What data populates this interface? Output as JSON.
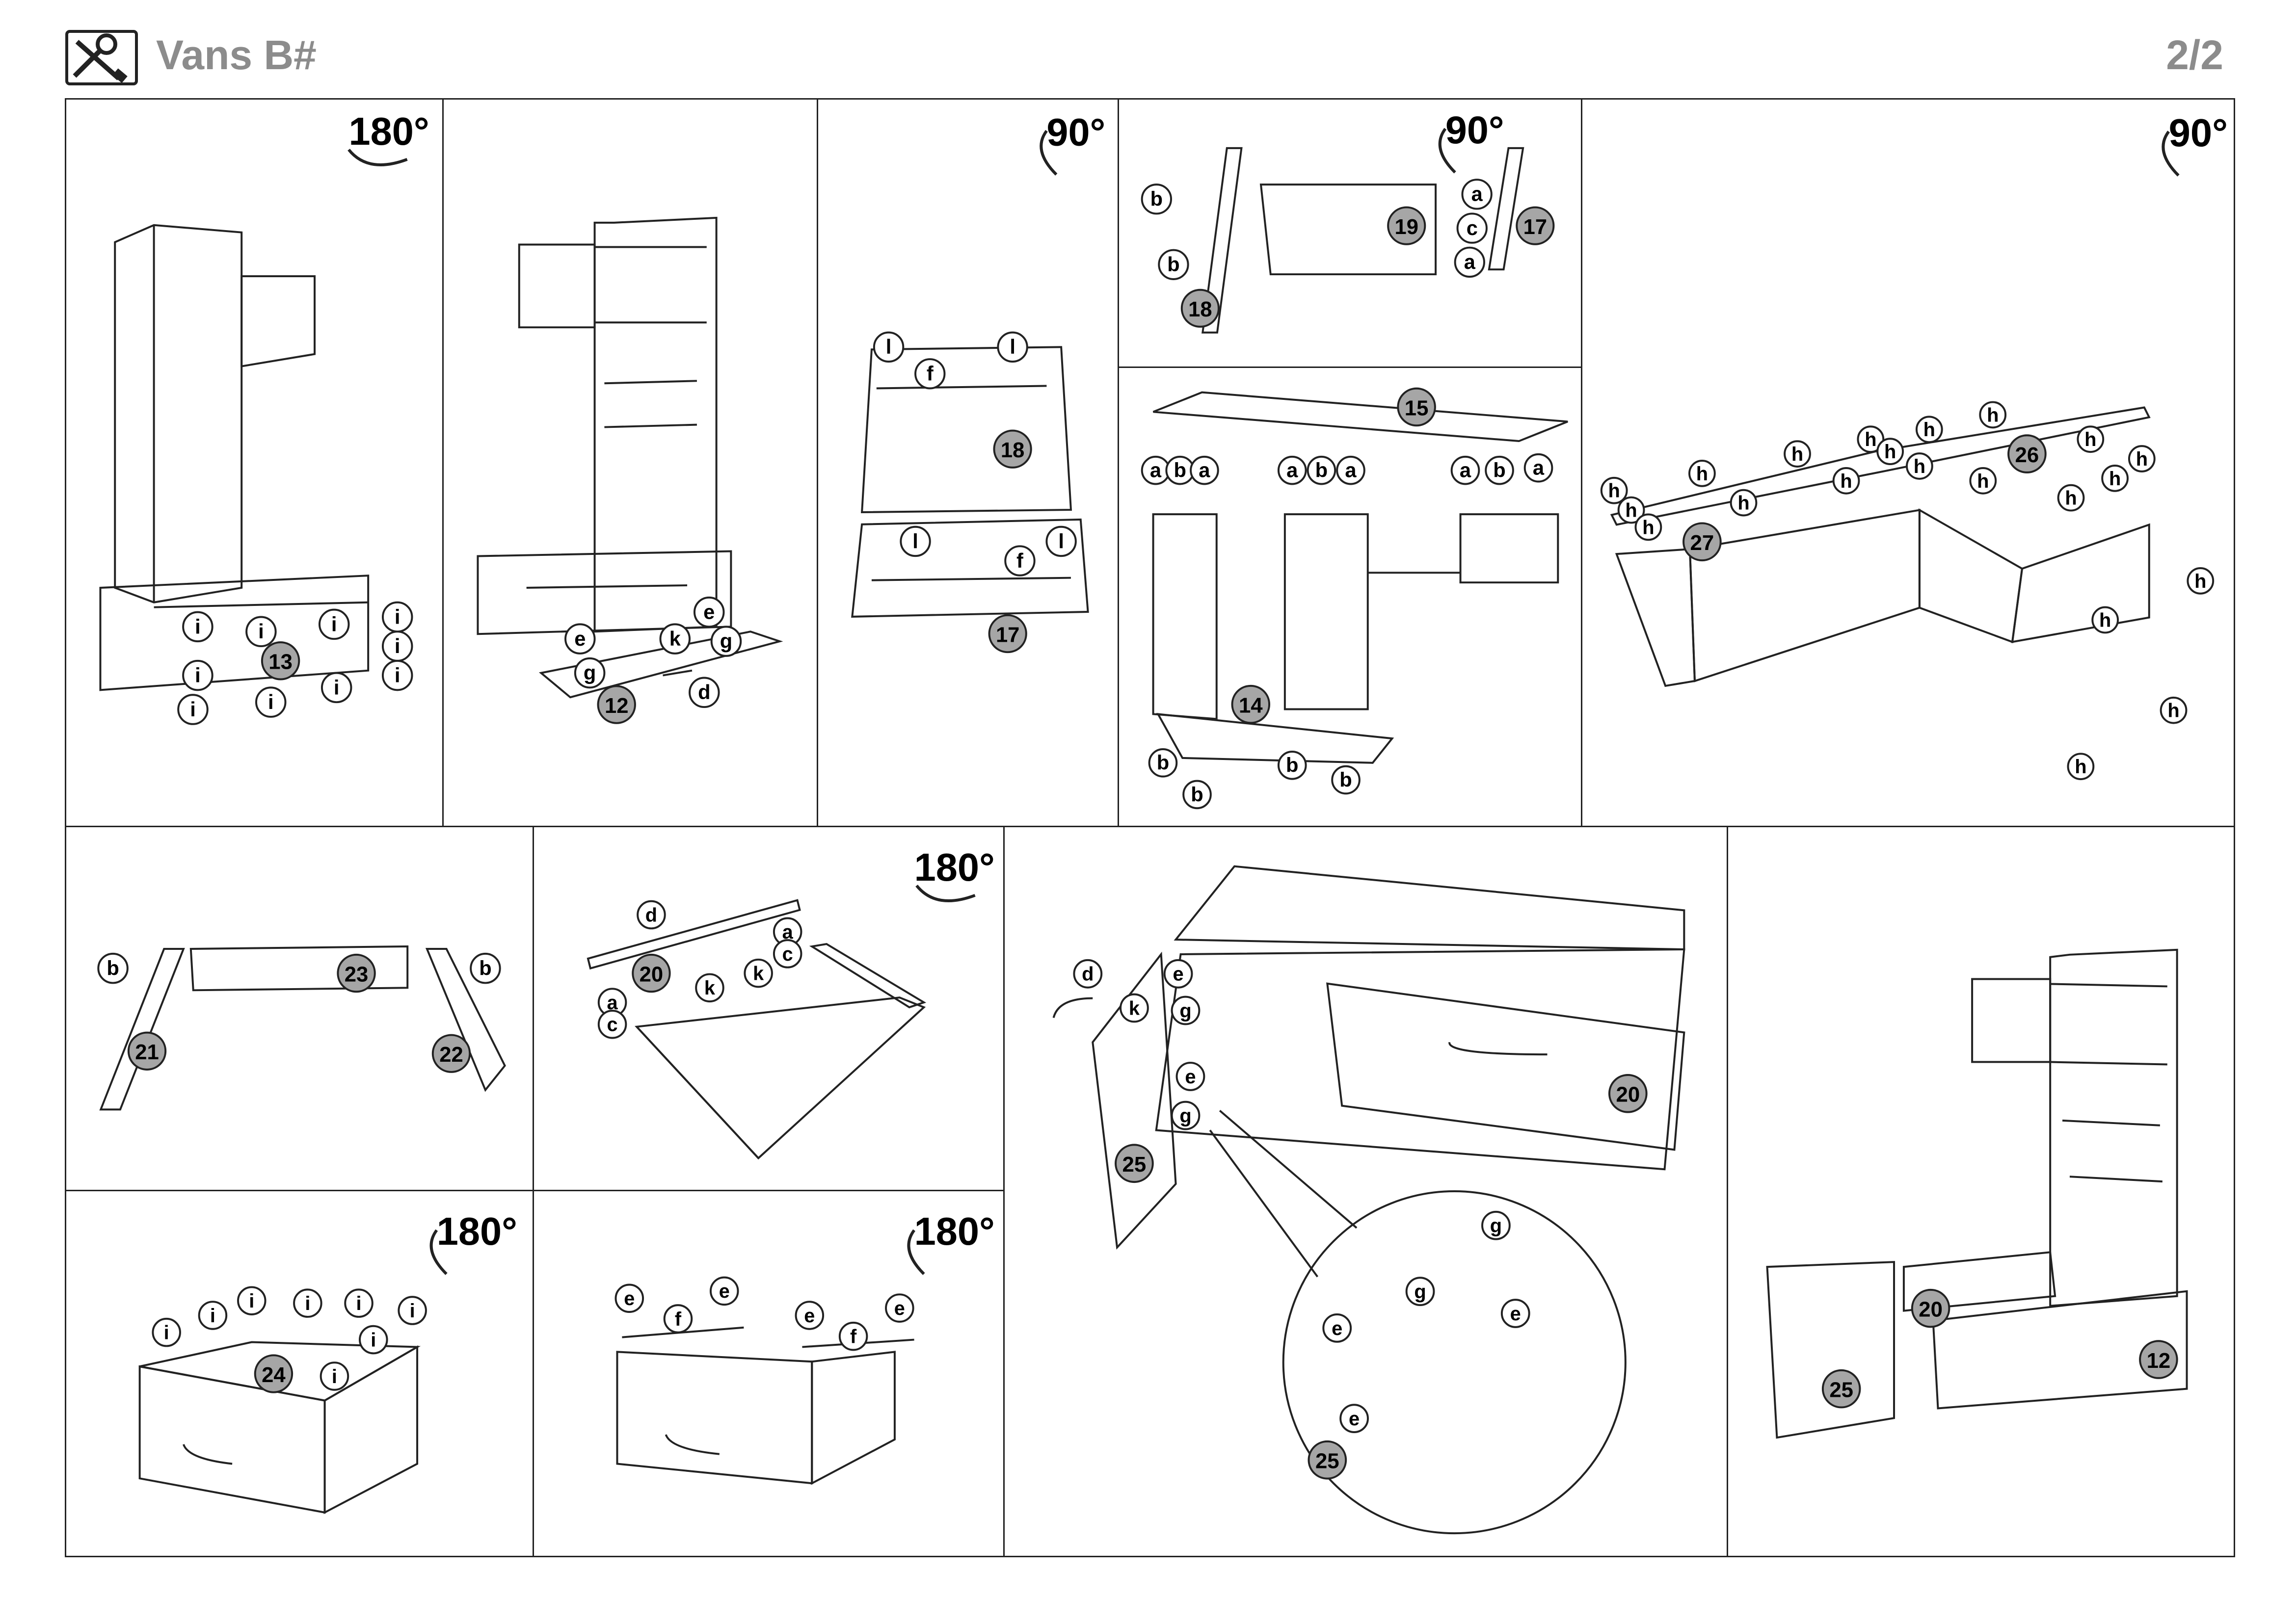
{
  "header": {
    "title": "Vans B#",
    "page": "2/2",
    "icon": "tools-icon"
  },
  "steps": {
    "s1": {
      "rotation": "180°",
      "parts": [
        "13"
      ],
      "fittings": [
        "i"
      ]
    },
    "s2": {
      "parts": [
        "12"
      ],
      "fittings": [
        "e",
        "g",
        "k",
        "d"
      ]
    },
    "s3": {
      "rotation": "90°",
      "parts": [
        "18",
        "17"
      ],
      "fittings": [
        "l",
        "f"
      ]
    },
    "s4": {
      "rotation": "90°",
      "parts": [
        "19",
        "17",
        "18"
      ],
      "fittings": [
        "b",
        "a",
        "c"
      ]
    },
    "s5": {
      "parts": [
        "15",
        "14"
      ],
      "fittings": [
        "a",
        "b"
      ]
    },
    "s6": {
      "rotation": "90°",
      "parts": [
        "26",
        "27"
      ],
      "fittings": [
        "h"
      ]
    },
    "s7": {
      "parts": [
        "23",
        "21",
        "22"
      ],
      "fittings": [
        "b"
      ]
    },
    "s8": {
      "rotation": "180°",
      "parts": [
        "20"
      ],
      "fittings": [
        "d",
        "a",
        "c",
        "k"
      ]
    },
    "s9": {
      "parts": [
        "20",
        "25"
      ],
      "fittings": [
        "d",
        "e",
        "k",
        "g"
      ]
    },
    "s10": {
      "parts": [
        "20",
        "25",
        "12"
      ]
    },
    "s11": {
      "rotation": "180°",
      "parts": [
        "24"
      ],
      "fittings": [
        "i"
      ]
    },
    "s12": {
      "rotation": "180°",
      "fittings": [
        "e",
        "f"
      ]
    }
  },
  "colors": {
    "line": "#222222",
    "part_badge": "#a6a6a6",
    "header_text": "#8c8c8c"
  }
}
